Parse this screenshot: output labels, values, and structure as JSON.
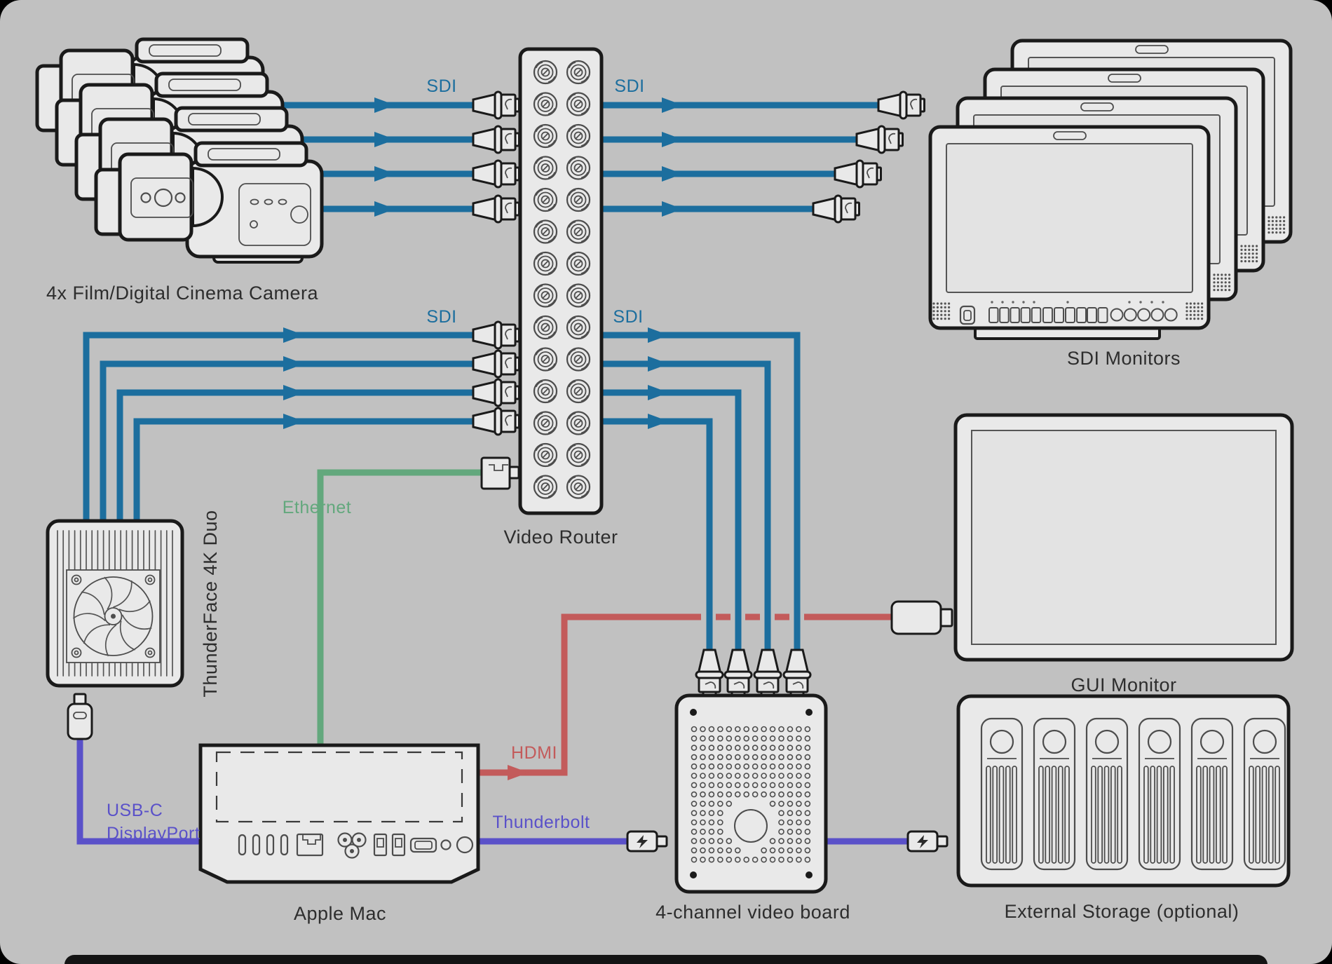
{
  "labels": {
    "cameras": "4x Film/Digital Cinema Camera",
    "video_router": "Video Router",
    "sdi_monitors": "SDI Monitors",
    "thunderface": "ThunderFace 4K Duo",
    "gui_monitor": "GUI Monitor",
    "apple_mac": "Apple Mac",
    "video_board": "4-channel video board",
    "external_storage": "External Storage (optional)",
    "sdi": "SDI",
    "ethernet": "Ethernet",
    "hdmi": "HDMI",
    "usbc_line1": "USB-C",
    "usbc_line2": "DisplayPort",
    "thunderbolt": "Thunderbolt"
  },
  "colors": {
    "background": "#c1c1c1",
    "outline": "#1a1a1a",
    "device_fill": "#e9e9e9",
    "sdi_blue": "#1c6e9e",
    "ethernet_green": "#63a87d",
    "hdmi_red": "#c35b5b",
    "thunderbolt_purple": "#5a51c9",
    "label_dark": "#2d2d2d"
  },
  "counts": {
    "cameras": 4,
    "sdi_monitors": 4,
    "router_bnc_ports": 28,
    "video_board_channels": 4,
    "storage_bays": 6
  },
  "connections": [
    {
      "from": "4x Film/Digital Cinema Camera",
      "to": "Video Router",
      "type": "SDI",
      "lines": 4,
      "color": "#1c6e9e"
    },
    {
      "from": "Video Router",
      "to": "SDI Monitors",
      "type": "SDI",
      "lines": 4,
      "color": "#1c6e9e"
    },
    {
      "from": "ThunderFace 4K Duo",
      "to": "Video Router",
      "type": "SDI",
      "lines": 4,
      "color": "#1c6e9e"
    },
    {
      "from": "Video Router",
      "to": "4-channel video board",
      "type": "SDI",
      "lines": 4,
      "color": "#1c6e9e"
    },
    {
      "from": "Apple Mac",
      "to": "Video Router",
      "type": "Ethernet",
      "lines": 1,
      "color": "#63a87d"
    },
    {
      "from": "Apple Mac",
      "to": "GUI Monitor",
      "type": "HDMI",
      "lines": 1,
      "color": "#c35b5b"
    },
    {
      "from": "ThunderFace 4K Duo",
      "to": "Apple Mac",
      "type": "USB-C DisplayPort",
      "lines": 1,
      "color": "#5a51c9"
    },
    {
      "from": "Apple Mac",
      "to": "4-channel video board",
      "type": "Thunderbolt",
      "lines": 1,
      "color": "#5a51c9"
    },
    {
      "from": "4-channel video board",
      "to": "External Storage (optional)",
      "type": "Thunderbolt",
      "lines": 1,
      "color": "#5a51c9"
    }
  ]
}
